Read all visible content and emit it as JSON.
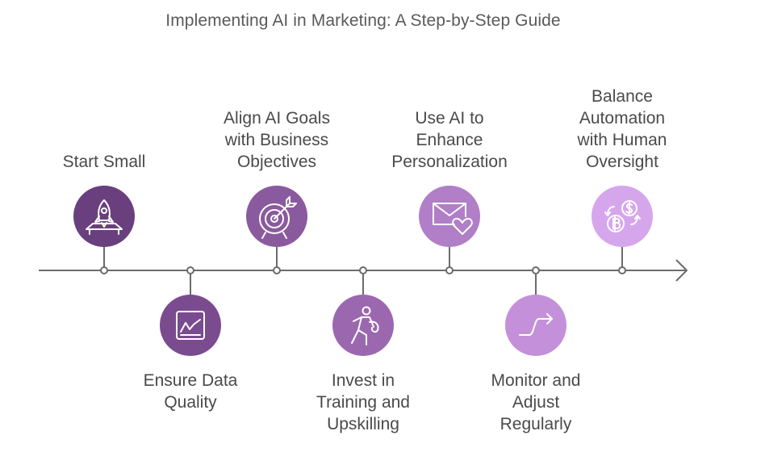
{
  "title": "Implementing AI in Marketing: A Step-by-Step Guide",
  "steps": [
    {
      "label": "Start Small",
      "position": "above",
      "icon": "rocket-icon",
      "color": "#6a3f7e"
    },
    {
      "label": "Ensure Data\nQuality",
      "position": "below",
      "icon": "line-chart-icon",
      "color": "#7a4b8f"
    },
    {
      "label": "Align AI Goals\nwith Business\nObjectives",
      "position": "above",
      "icon": "target-icon",
      "color": "#8a5a9e"
    },
    {
      "label": "Invest in\nTraining and\nUpskilling",
      "position": "below",
      "icon": "running-person-icon",
      "color": "#9b68b0"
    },
    {
      "label": "Use AI to\nEnhance\nPersonalization",
      "position": "above",
      "icon": "envelope-heart-icon",
      "color": "#b07fc7"
    },
    {
      "label": "Monitor and\nAdjust\nRegularly",
      "position": "below",
      "icon": "trend-arrow-icon",
      "color": "#c590da"
    },
    {
      "label": "Balance\nAutomation\nwith Human\nOversight",
      "position": "above",
      "icon": "currency-exchange-icon",
      "color": "#d6a6ec"
    }
  ],
  "colors": {
    "line": "#6b6b6b",
    "title_text": "#5a5a5a",
    "label_text": "#4a4a4a",
    "icon_stroke": "#ffffff"
  }
}
